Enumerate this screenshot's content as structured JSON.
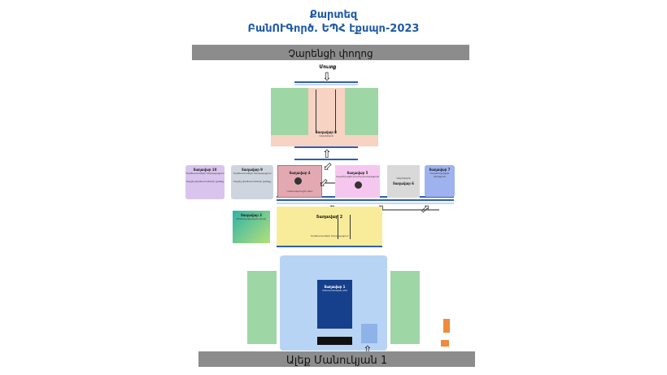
{
  "header": {
    "title": "Քարտեզ",
    "subtitle": "ԲանՈՒԳործ. ԵՊՀ էքսպո-2023"
  },
  "streets": {
    "top": "Չարենցի փողոց",
    "bottom": "Ալեք Մանուկյան 1"
  },
  "entrance_label": "Մուտք",
  "halls": [
    {
      "id": "hall-8",
      "label": "Տաղավար 8",
      "sub": "Կեդոնիկոն"
    },
    {
      "id": "hall-10",
      "label": "Տաղավար 10",
      "sub": "Գործատուների ներկայացում",
      "note": "Ուղղել գործատուների ցանկը"
    },
    {
      "id": "hall-9",
      "label": "Տաղավար 9",
      "sub": "Գործատուների ներկայացում",
      "note": "Ուղղել գործատուների ցանկը"
    },
    {
      "id": "hall-4",
      "label": "Տաղավար 4",
      "sub": "Կոնտակտային կետ"
    },
    {
      "id": "hall-5",
      "label": "Տաղավար 5",
      "sub": "Կարիերային խորհրդատվություն"
    },
    {
      "id": "hall-6",
      "label": "Տաղավար 6",
      "sub": "Կեդոնիկոն"
    },
    {
      "id": "hall-7",
      "label": "Տաղավար 7",
      "sub": "Ուսանողական միություն"
    },
    {
      "id": "hall-2",
      "label": "Տաղավար 2",
      "sub": "Գործատուների ներկայացում"
    },
    {
      "id": "hall-3",
      "label": "Տաղավար 3",
      "sub": "Տեխնոլոգիական գոտի"
    },
    {
      "id": "hall-1",
      "label": "Տաղավար 1",
      "sub": "Կենտրոնական բեմ"
    }
  ],
  "colors": {
    "title": "#1f5aa6",
    "street": "#8c8c8c",
    "green_zone": "#9fd6a6",
    "hall8": "#f6d3c3",
    "hall10": "#d9c4ee",
    "hall9": "#cfd5de",
    "hall4": "#e2a9b2",
    "hall5": "#f5c7ee",
    "hall6": "#d9d9d9",
    "hall7": "#9fb2f0",
    "hall2": "#f8ec9a",
    "hall3": "#55c9b6",
    "hall1": "#b8d4f5",
    "stage": "#163f8c",
    "walkway": "#2f5fb0",
    "info_box": "#f08a3c"
  },
  "icons": [
    "entrance-arrow-icon",
    "direction-arrow-icon",
    "info-box-icon"
  ]
}
